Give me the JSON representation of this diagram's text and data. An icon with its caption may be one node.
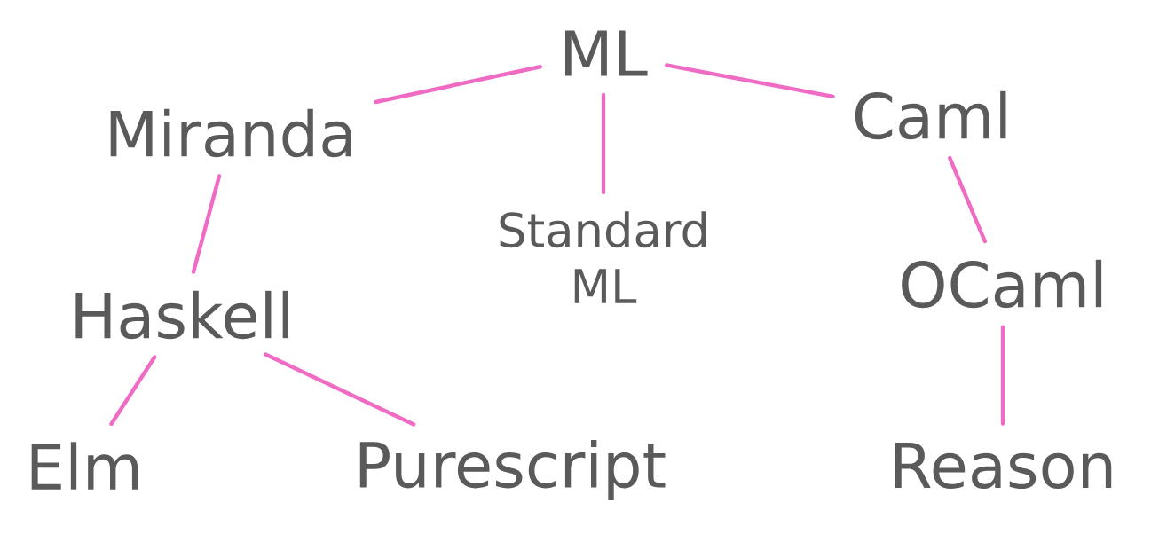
{
  "diagram": {
    "nodes": [
      {
        "text": [
          "ML"
        ]
      },
      {
        "text": [
          "Miranda"
        ]
      },
      {
        "text": [
          "Caml"
        ]
      },
      {
        "text": [
          "Standard ML"
        ]
      },
      {
        "text": [
          "Haskell"
        ]
      },
      {
        "text": [
          "OCaml"
        ]
      },
      {
        "text": [
          "Elm"
        ]
      },
      {
        "text": [
          "Purescript"
        ]
      },
      {
        "text": [
          "Reason"
        ]
      }
    ],
    "edges": [
      {
        "from": 0,
        "to": 1,
        "arrow": "none"
      },
      {
        "from": 0,
        "to": 3,
        "arrow": "none"
      },
      {
        "from": 0,
        "to": 2,
        "arrow": "none"
      },
      {
        "from": 1,
        "to": 4,
        "arrow": "none"
      },
      {
        "from": 2,
        "to": 5,
        "arrow": "none"
      },
      {
        "from": 4,
        "to": 6,
        "arrow": "none"
      },
      {
        "from": 4,
        "to": 7,
        "arrow": "none"
      },
      {
        "from": 5,
        "to": 8,
        "arrow": "none"
      }
    ]
  }
}
